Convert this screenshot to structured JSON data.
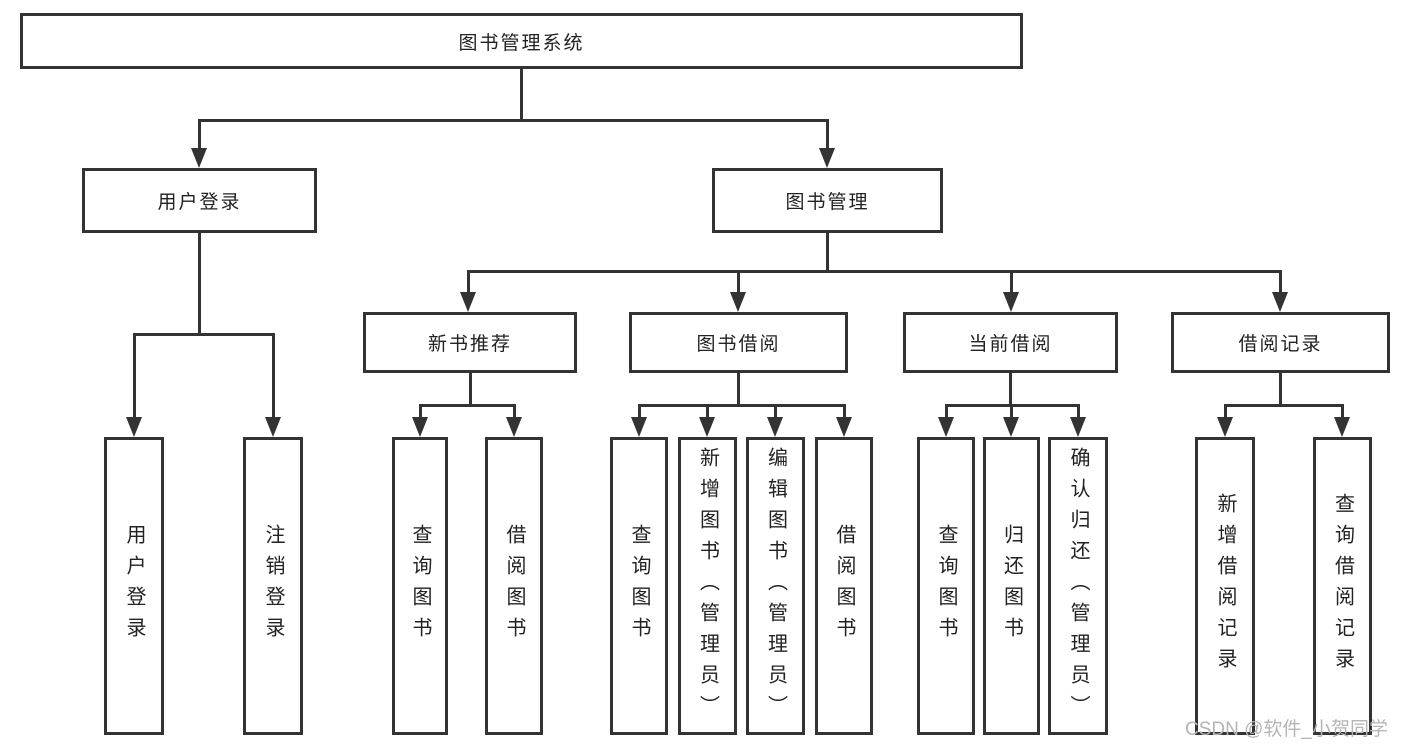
{
  "diagram": {
    "title": "图书管理系统",
    "branches": {
      "user_login": {
        "label": "用户登录",
        "children": [
          "用户登录",
          "注销登录"
        ]
      },
      "book_management": {
        "label": "图书管理",
        "children": {
          "new_book_recommend": {
            "label": "新书推荐",
            "children": [
              "查询图书",
              "借阅图书"
            ]
          },
          "book_borrow": {
            "label": "图书借阅",
            "children": [
              "查询图书",
              "新增图书（管理员）",
              "编辑图书（管理员）",
              "借阅图书"
            ]
          },
          "current_borrow": {
            "label": "当前借阅",
            "children": [
              "查询图书",
              "归还图书",
              "确认归还（管理员）"
            ]
          },
          "borrow_records": {
            "label": "借阅记录",
            "children": [
              "新增借阅记录",
              "查询借阅记录"
            ]
          }
        }
      }
    },
    "watermark": "CSDN @软件_小贺同学",
    "colors": {
      "line": "#333333",
      "text": "#222222",
      "watermark": "#b5b5b5",
      "background": "#ffffff"
    }
  }
}
